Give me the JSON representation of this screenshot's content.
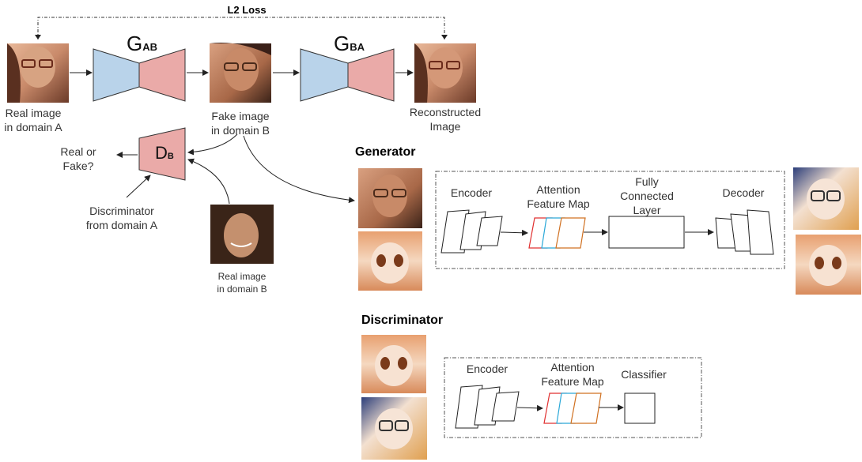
{
  "diagram": {
    "loss_label": "L2 Loss",
    "gen_ab": {
      "main": "G",
      "sub": "AB"
    },
    "gen_ba": {
      "main": "G",
      "sub": "BA"
    },
    "disc_b": {
      "main": "D",
      "sub": "B"
    },
    "real_a_label": "Real image\nin domain A",
    "fake_b_label": "Fake image\nin domain B",
    "reconstructed_label": "Reconstructed\nImage",
    "real_or_fake_label": "Real or\nFake?",
    "disc_from_a_label": "Discriminator\nfrom domain A",
    "real_b_label": "Real image\nin domain B",
    "generator_title": "Generator",
    "gen_encoder": "Encoder",
    "gen_attention": "Attention\nFeature Map",
    "gen_fc": "Fully\nConnected\nLayer",
    "gen_decoder": "Decoder",
    "discriminator_title": "Discriminator",
    "disc_encoder": "Encoder",
    "disc_attention": "Attention\nFeature Map",
    "disc_classifier": "Classifier"
  },
  "colors": {
    "encoder_fill": "#b9d3ea",
    "decoder_fill": "#eaaaa8",
    "attention_red": "#e03030",
    "attention_blue": "#2aa8d8",
    "attention_orange": "#d07020"
  }
}
